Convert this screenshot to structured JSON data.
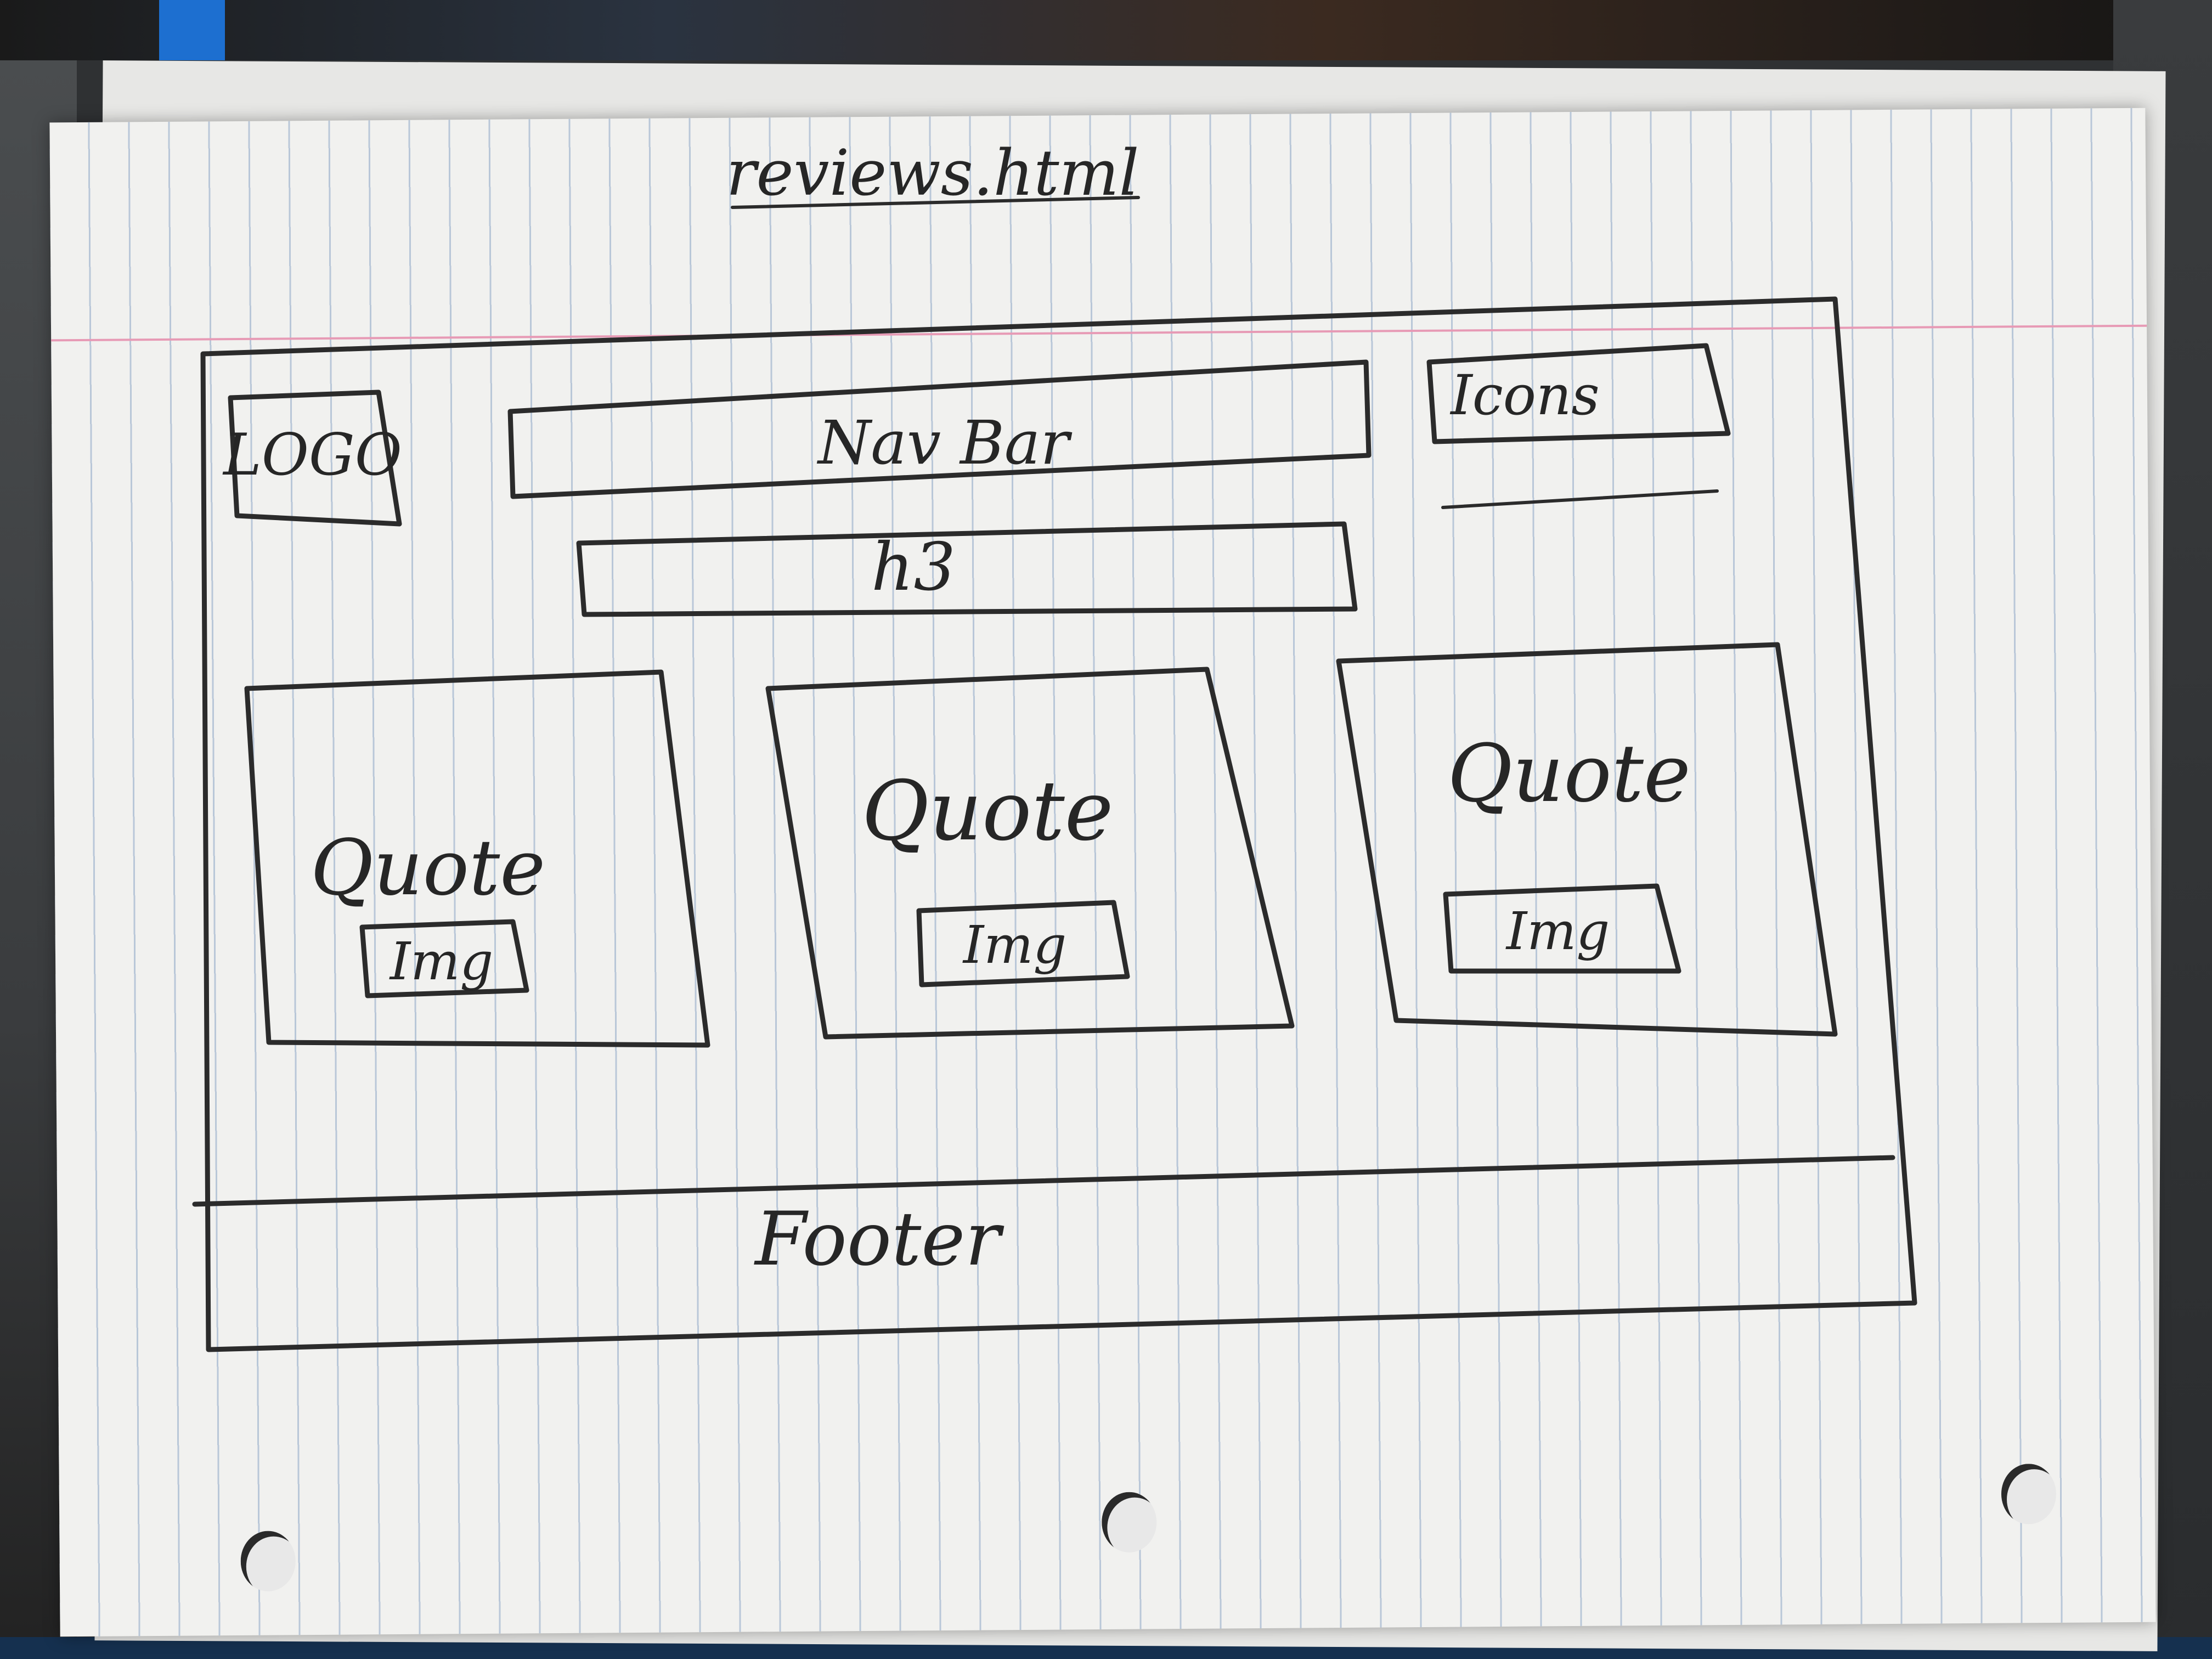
{
  "sketch": {
    "page_title": "reviews.html",
    "header": {
      "logo_label": "LOGO",
      "nav_label": "Nav Bar",
      "icons_label": "Icons"
    },
    "heading_label": "h3",
    "cards": [
      {
        "quote_label": "Quote",
        "img_label": "Img"
      },
      {
        "quote_label": "Quote",
        "img_label": "Img"
      },
      {
        "quote_label": "Quote",
        "img_label": "Img"
      }
    ],
    "footer_label": "Footer"
  }
}
